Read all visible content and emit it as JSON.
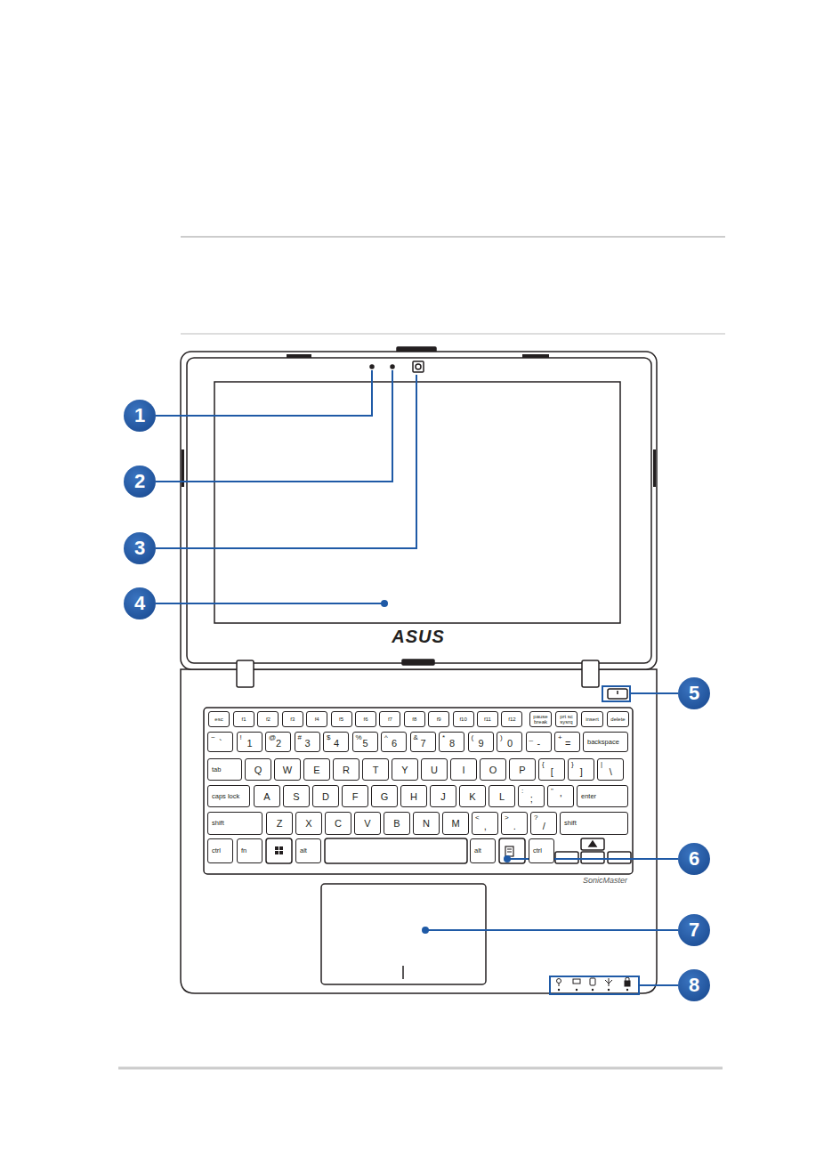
{
  "diagram": {
    "nodes": [
      {
        "text": [
          "1"
        ]
      },
      {
        "text": [
          "2"
        ]
      },
      {
        "text": [
          "3"
        ]
      },
      {
        "text": [
          "4"
        ]
      },
      {
        "text": [
          "5"
        ]
      },
      {
        "text": [
          "6"
        ]
      },
      {
        "text": [
          "7"
        ]
      },
      {
        "text": [
          "8"
        ]
      },
      {
        "text": [
          "esc"
        ]
      },
      {
        "text": [
          "f1"
        ]
      },
      {
        "text": [
          "f2"
        ]
      },
      {
        "text": [
          "f3"
        ]
      },
      {
        "text": [
          "f4"
        ]
      },
      {
        "text": [
          "f5"
        ]
      },
      {
        "text": [
          "f6"
        ]
      },
      {
        "text": [
          "f7"
        ]
      },
      {
        "text": [
          "f8"
        ]
      },
      {
        "text": [
          "f9"
        ]
      },
      {
        "text": [
          "f10"
        ]
      },
      {
        "text": [
          "f11"
        ]
      },
      {
        "text": [
          "f12"
        ]
      },
      {
        "text": [
          "pause break"
        ]
      },
      {
        "text": [
          "prt sc sysrq"
        ]
      },
      {
        "text": [
          "insert"
        ]
      },
      {
        "text": [
          "delete"
        ]
      },
      {
        "text": [
          "~",
          "`"
        ]
      },
      {
        "text": [
          "!",
          "1"
        ]
      },
      {
        "text": [
          "@",
          "2"
        ]
      },
      {
        "text": [
          "#",
          "3"
        ]
      },
      {
        "text": [
          "$",
          "4"
        ]
      },
      {
        "text": [
          "%",
          "5"
        ]
      },
      {
        "text": [
          "^",
          "6"
        ]
      },
      {
        "text": [
          "&",
          "7"
        ]
      },
      {
        "text": [
          "*",
          "8"
        ]
      },
      {
        "text": [
          "(",
          "9"
        ]
      },
      {
        "text": [
          ")",
          "0"
        ]
      },
      {
        "text": [
          "_",
          "-"
        ]
      },
      {
        "text": [
          "+",
          "="
        ]
      },
      {
        "text": [
          "backspace"
        ]
      },
      {
        "text": [
          "tab"
        ]
      },
      {
        "text": [
          "Q"
        ]
      },
      {
        "text": [
          "W"
        ]
      },
      {
        "text": [
          "E"
        ]
      },
      {
        "text": [
          "R"
        ]
      },
      {
        "text": [
          "T"
        ]
      },
      {
        "text": [
          "Y"
        ]
      },
      {
        "text": [
          "U"
        ]
      },
      {
        "text": [
          "I"
        ]
      },
      {
        "text": [
          "O"
        ]
      },
      {
        "text": [
          "P"
        ]
      },
      {
        "text": [
          "{",
          "["
        ]
      },
      {
        "text": [
          "}",
          "]"
        ]
      },
      {
        "text": [
          "|",
          "\\"
        ]
      },
      {
        "text": [
          "caps lock"
        ]
      },
      {
        "text": [
          "A"
        ]
      },
      {
        "text": [
          "S"
        ]
      },
      {
        "text": [
          "D"
        ]
      },
      {
        "text": [
          "F"
        ]
      },
      {
        "text": [
          "G"
        ]
      },
      {
        "text": [
          "H"
        ]
      },
      {
        "text": [
          "J"
        ]
      },
      {
        "text": [
          "K"
        ]
      },
      {
        "text": [
          "L"
        ]
      },
      {
        "text": [
          ":",
          ";"
        ]
      },
      {
        "text": [
          "\"",
          "'"
        ]
      },
      {
        "text": [
          "enter"
        ]
      },
      {
        "text": [
          "shift"
        ]
      },
      {
        "text": [
          "Z"
        ]
      },
      {
        "text": [
          "X"
        ]
      },
      {
        "text": [
          "C"
        ]
      },
      {
        "text": [
          "V"
        ]
      },
      {
        "text": [
          "B"
        ]
      },
      {
        "text": [
          "N"
        ]
      },
      {
        "text": [
          "M"
        ]
      },
      {
        "text": [
          "<",
          ","
        ]
      },
      {
        "text": [
          ">",
          "."
        ]
      },
      {
        "text": [
          "?",
          "/"
        ]
      },
      {
        "text": [
          "shift"
        ]
      },
      {
        "text": [
          "ctrl"
        ]
      },
      {
        "text": [
          "fn"
        ]
      },
      {
        "text": [
          "alt"
        ]
      },
      {
        "text": [
          "alt"
        ]
      },
      {
        "text": [
          "ctrl"
        ]
      }
    ],
    "labels": [
      "ASUS",
      "SonicMaster"
    ]
  }
}
